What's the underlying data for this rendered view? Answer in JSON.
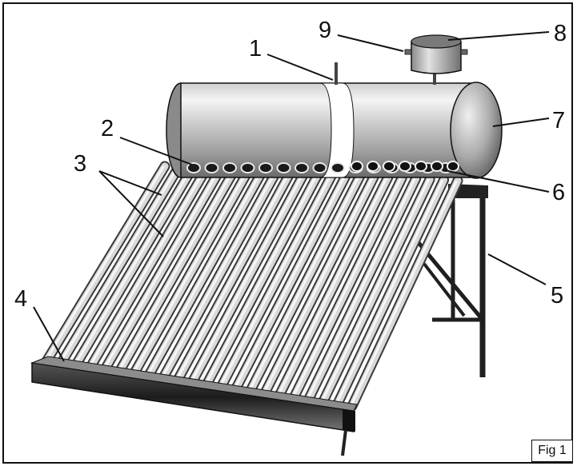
{
  "figure": {
    "label": "Fig 1",
    "callouts": [
      {
        "id": "1",
        "text": "1"
      },
      {
        "id": "2",
        "text": "2"
      },
      {
        "id": "3",
        "text": "3"
      },
      {
        "id": "4",
        "text": "4"
      },
      {
        "id": "5",
        "text": "5"
      },
      {
        "id": "6",
        "text": "6"
      },
      {
        "id": "7",
        "text": "7"
      },
      {
        "id": "8",
        "text": "8"
      },
      {
        "id": "9",
        "text": "9"
      }
    ]
  },
  "colors": {
    "outline": "#111111",
    "tube": "#c8c8c8",
    "tank_light": "#e6e6e6",
    "tank_dark": "#6d6d6d",
    "frame": "#2a2a2a"
  }
}
